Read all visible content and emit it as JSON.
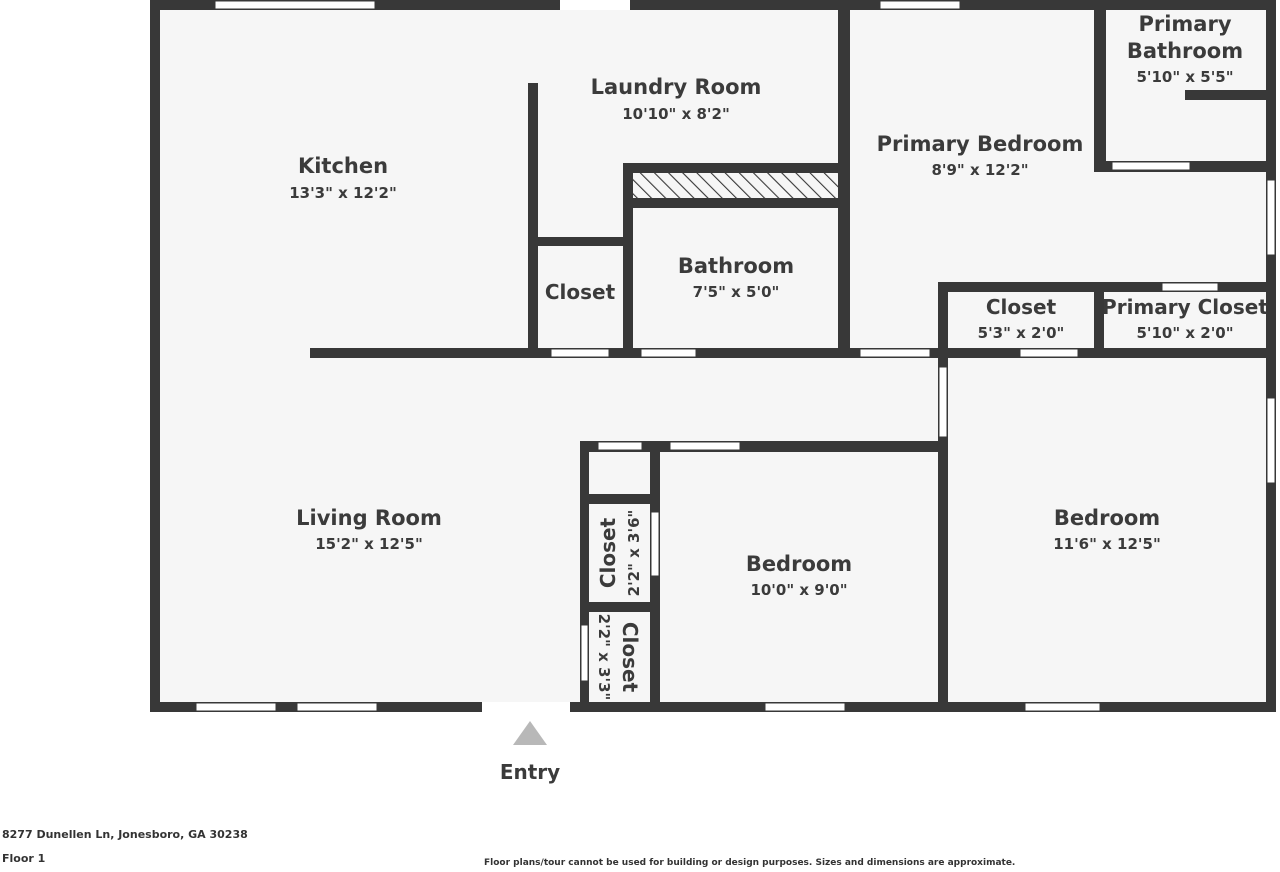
{
  "colors": {
    "wall": "#383838",
    "floor": "#f6f6f6",
    "text": "#3b3b3b",
    "opening": "#ffffff",
    "entry_arrow": "#b8b8b8"
  },
  "rooms": {
    "kitchen": {
      "name": "Kitchen",
      "dims": "13'3\" x 12'2\""
    },
    "laundry": {
      "name": "Laundry Room",
      "dims": "10'10\" x 8'2\""
    },
    "primary_bedroom": {
      "name": "Primary Bedroom",
      "dims": "8'9\" x 12'2\""
    },
    "primary_bathroom": {
      "name_line1": "Primary",
      "name_line2": "Bathroom",
      "dims": "5'10\" x 5'5\""
    },
    "closet_hall": {
      "name": "Closet"
    },
    "bathroom": {
      "name": "Bathroom",
      "dims": "7'5\" x 5'0\""
    },
    "closet_small": {
      "name": "Closet",
      "dims": "5'3\" x 2'0\""
    },
    "primary_closet": {
      "name": "Primary Closet",
      "dims": "5'10\" x 2'0\""
    },
    "living_room": {
      "name": "Living Room",
      "dims": "15'2\" x 12'5\""
    },
    "closet_v1": {
      "name": "Closet",
      "dims": "2'2\" x 3'6\""
    },
    "closet_v2": {
      "name": "Closet",
      "dims": "2'2\" x 3'3\""
    },
    "bedroom_middle": {
      "name": "Bedroom",
      "dims": "10'0\" x 9'0\""
    },
    "bedroom_right": {
      "name": "Bedroom",
      "dims": "11'6\" x 12'5\""
    }
  },
  "entry": {
    "label": "Entry"
  },
  "footer": {
    "address": "8277 Dunellen Ln, Jonesboro, GA 30238",
    "floor": "Floor 1",
    "disclaimer": "Floor plans/tour cannot be used for building or design purposes. Sizes and dimensions are approximate."
  }
}
